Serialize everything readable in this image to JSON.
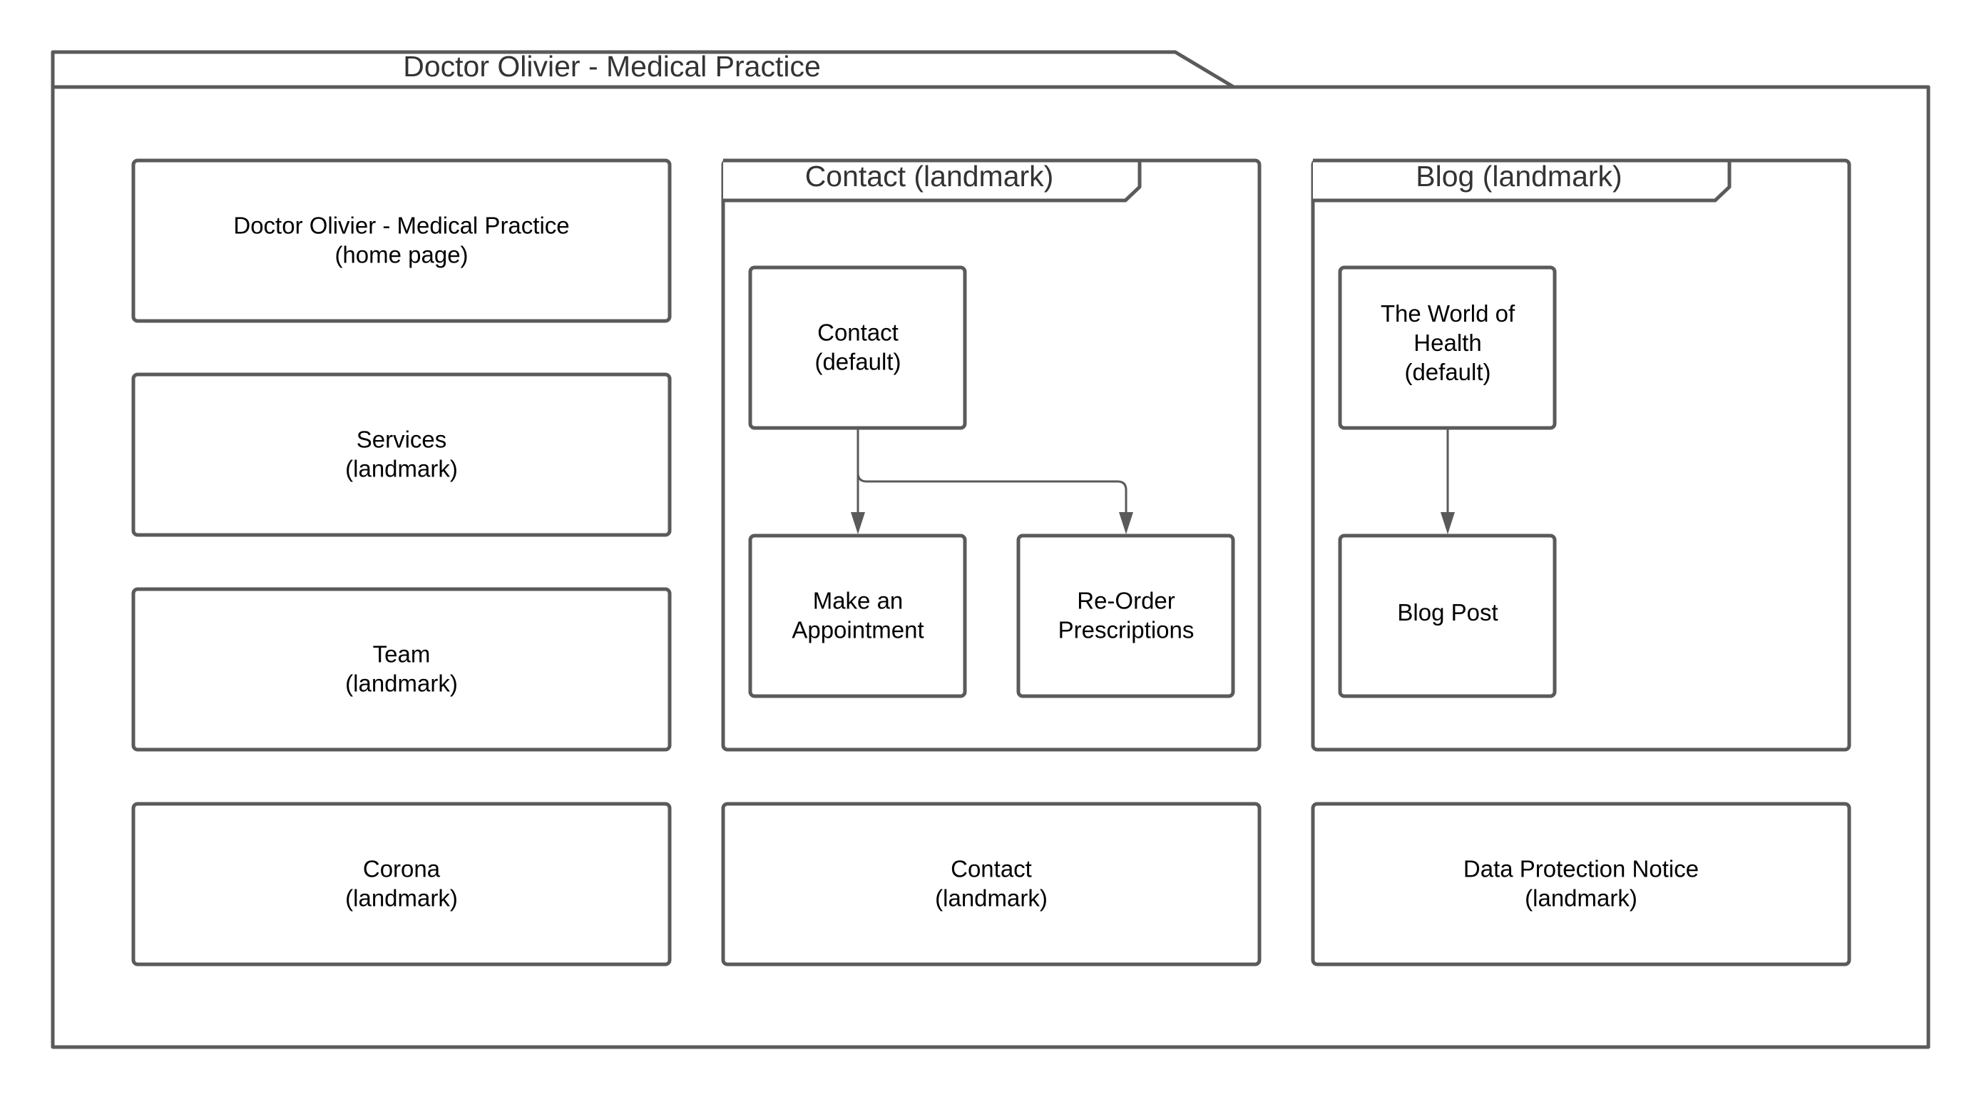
{
  "package": {
    "title": "Doctor Olivier - Medical Practice"
  },
  "subpackages": {
    "contact": {
      "title": "Contact (landmark)"
    },
    "blog": {
      "title": "Blog (landmark)"
    }
  },
  "nodes": {
    "home": {
      "lines": [
        "Doctor Olivier - Medical Practice",
        "(home page)"
      ]
    },
    "services": {
      "lines": [
        "Services",
        "(landmark)"
      ]
    },
    "team": {
      "lines": [
        "Team",
        "(landmark)"
      ]
    },
    "corona": {
      "lines": [
        "Corona",
        "(landmark)"
      ]
    },
    "contact_default": {
      "lines": [
        "Contact",
        "(default)"
      ]
    },
    "make_appointment": {
      "lines": [
        "Make an",
        "Appointment"
      ]
    },
    "reorder_prescriptions": {
      "lines": [
        "Re-Order",
        "Prescriptions"
      ]
    },
    "world_of_health": {
      "lines": [
        "The World of",
        "Health",
        "(default)"
      ]
    },
    "blog_post": {
      "lines": [
        "Blog Post"
      ]
    },
    "contact_landmark": {
      "lines": [
        "Contact",
        "(landmark)"
      ]
    },
    "data_protection": {
      "lines": [
        "Data Protection Notice",
        "(landmark)"
      ]
    }
  },
  "edges": [
    {
      "from": "contact_default",
      "to": "make_appointment"
    },
    {
      "from": "contact_default",
      "to": "reorder_prescriptions"
    },
    {
      "from": "world_of_health",
      "to": "blog_post"
    }
  ]
}
